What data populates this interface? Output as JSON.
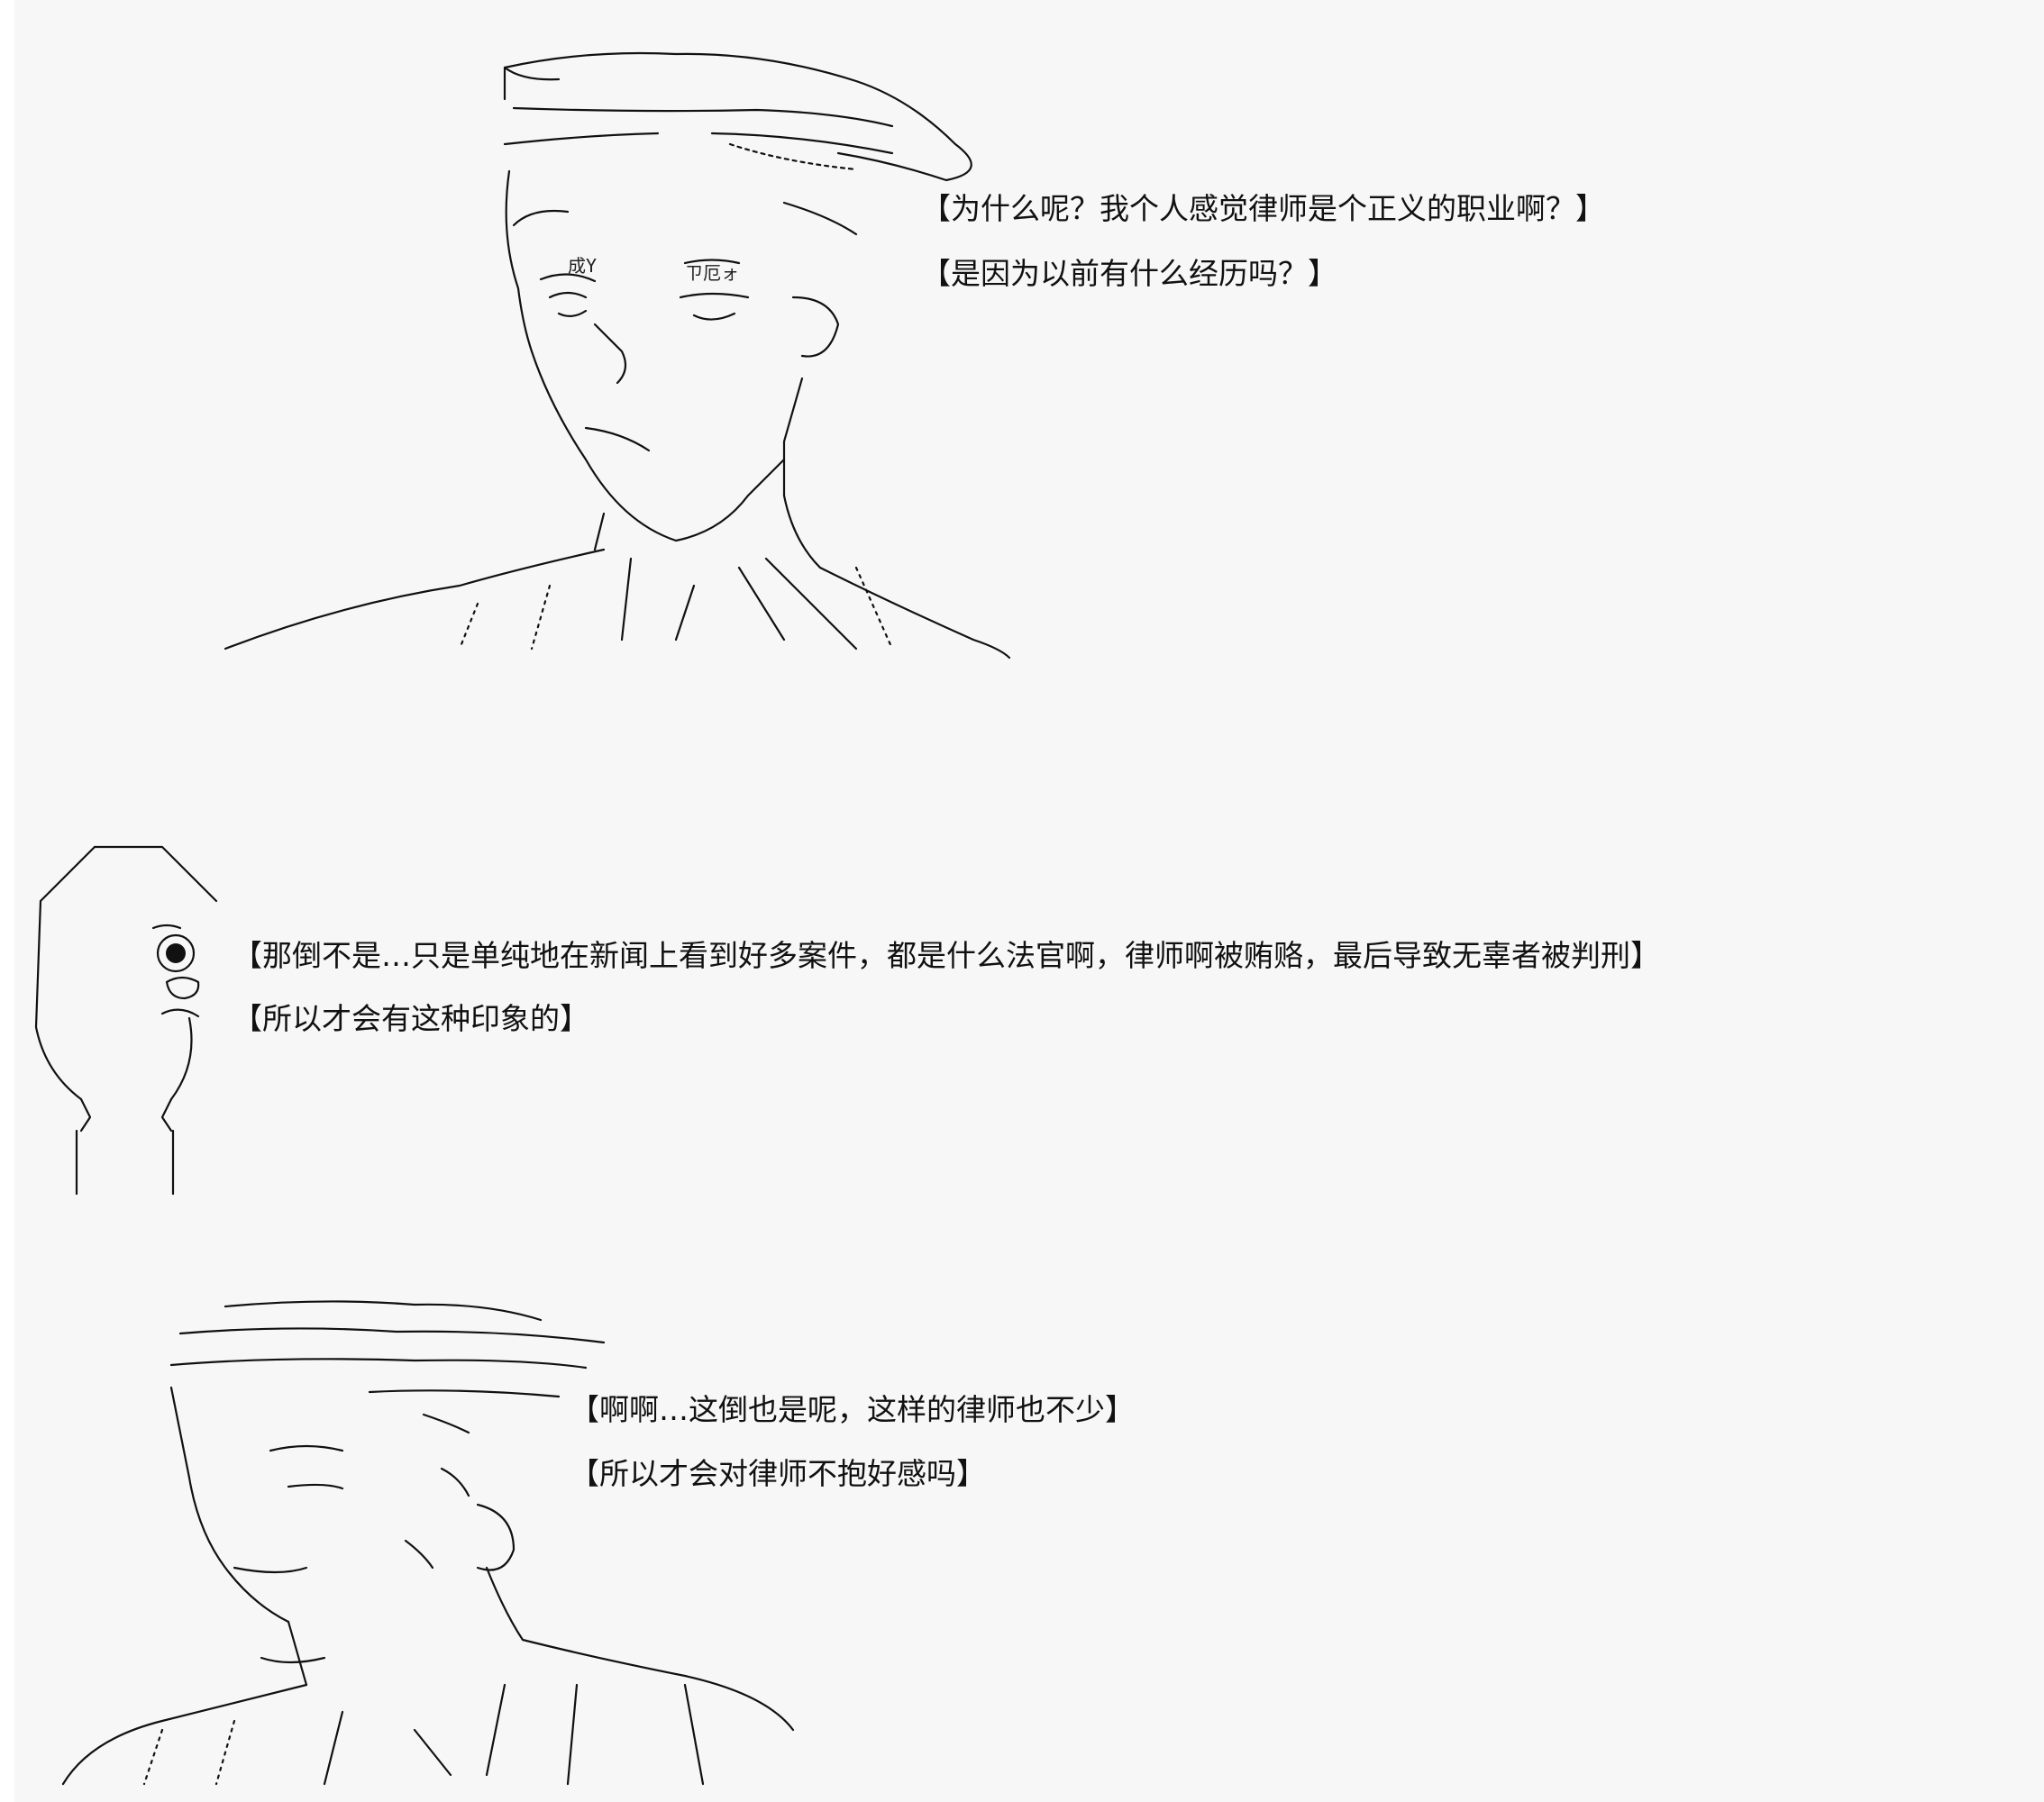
{
  "dialogue_1": {
    "line_1": "【为什么呢？我个人感觉律师是个正义的职业啊？】",
    "line_2": "【是因为以前有什么经历吗？】"
  },
  "dialogue_2": {
    "line_1": "【那倒不是…只是单纯地在新闻上看到好多案件，都是什么法官啊，律师啊被贿赂，最后导致无辜者被判刑】",
    "line_2": "【所以才会有这种印象的】"
  },
  "dialogue_3": {
    "line_1": "【啊啊…这倒也是呢，这样的律师也不少】",
    "line_2": "【所以才会对律师不抱好感吗】"
  },
  "art_glyphs": {
    "figure_1_name": "成Y",
    "figure_1_mark": "ㄗ厄ォ"
  },
  "colors": {
    "background": "#f7f7f7",
    "ink": "#111111"
  }
}
